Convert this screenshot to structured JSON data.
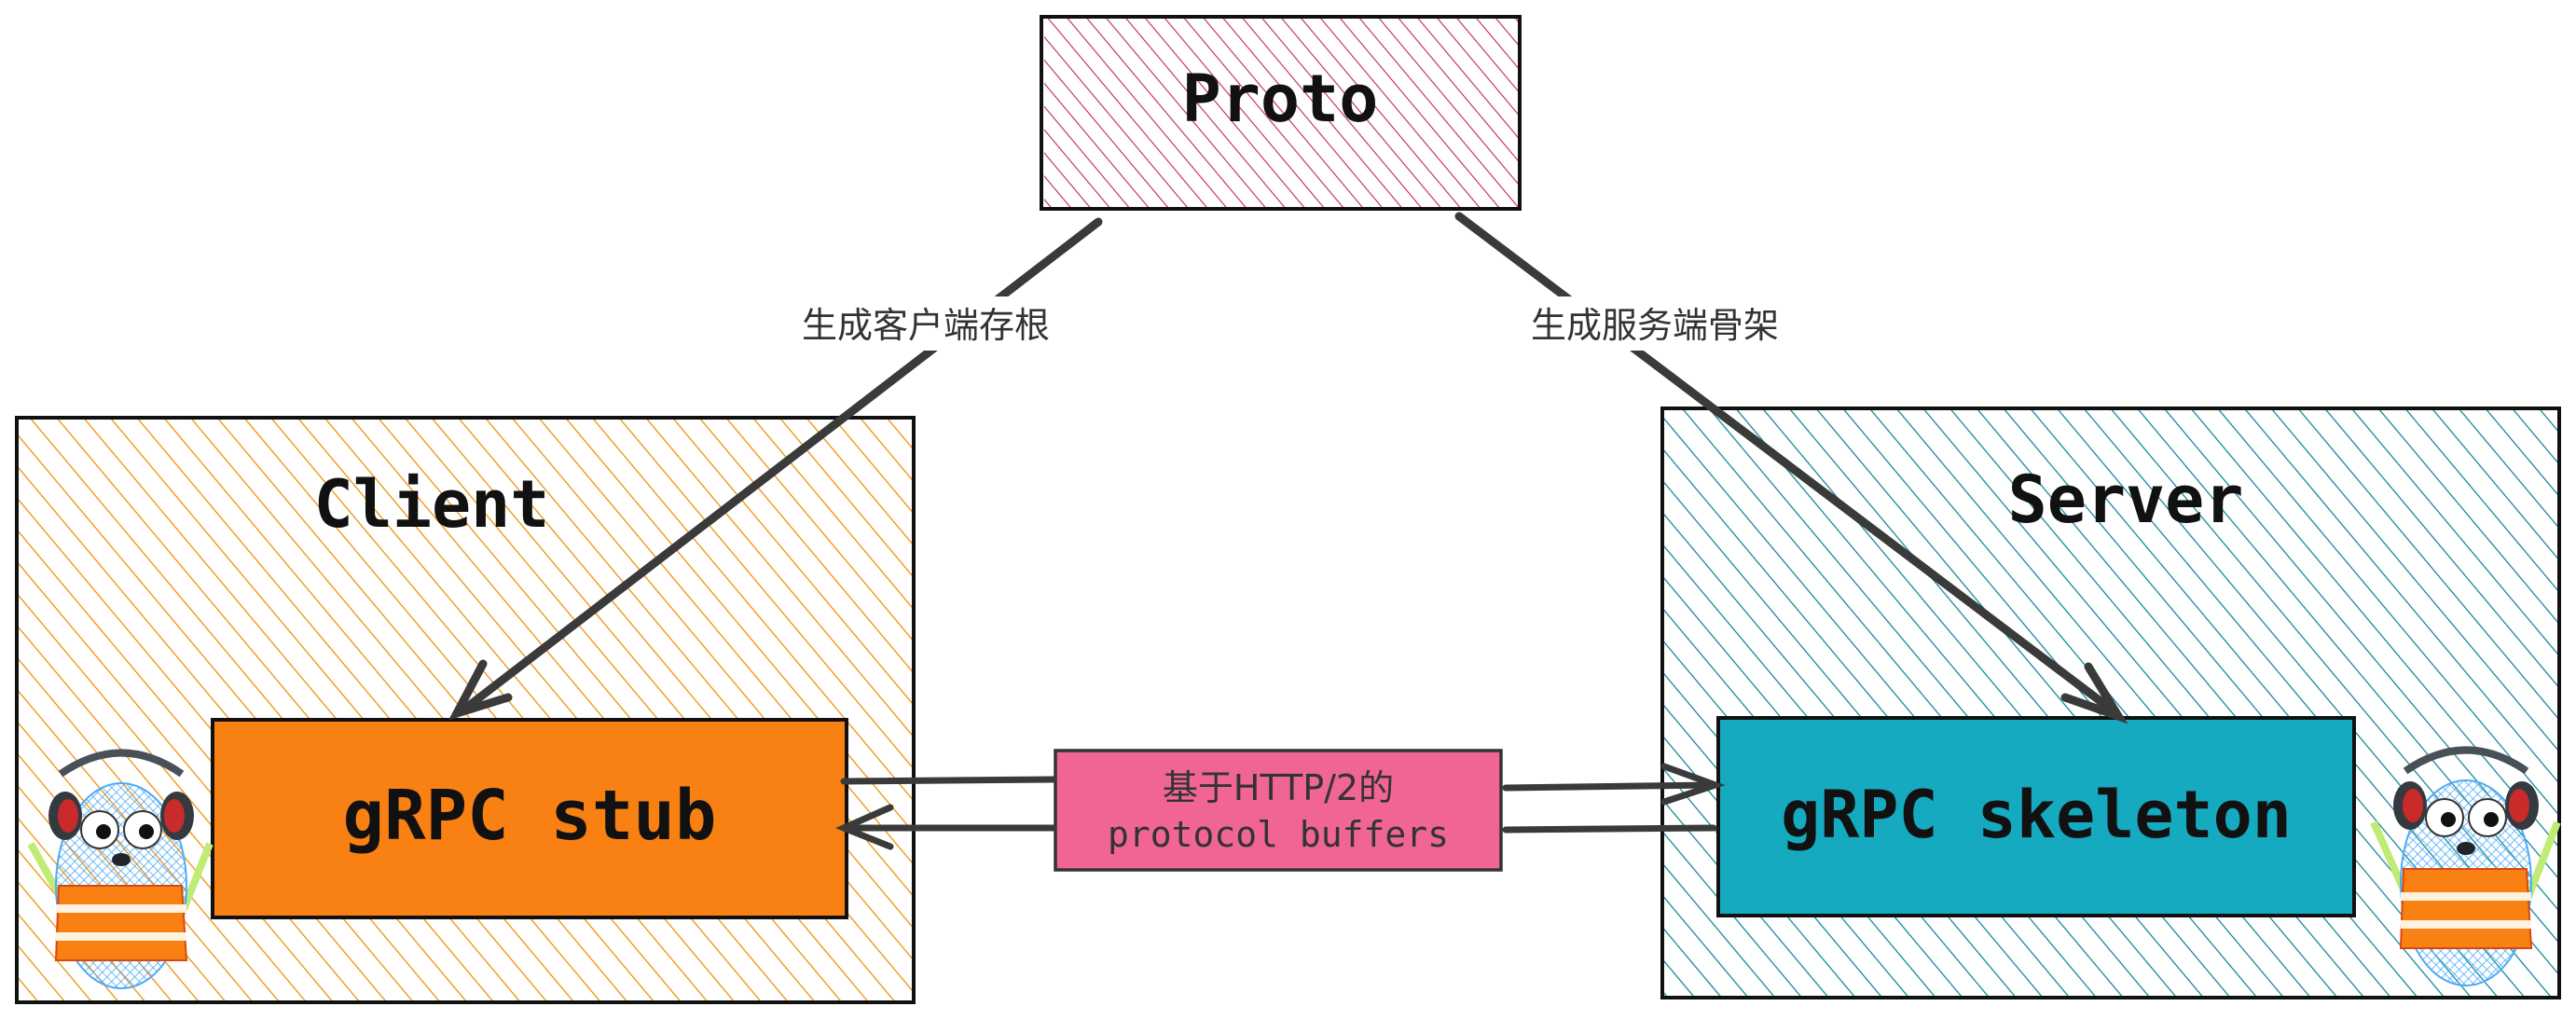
{
  "nodes": {
    "proto": {
      "label": "Proto",
      "color": "#c2255c"
    },
    "client": {
      "label": "Client",
      "color": "#f08c00"
    },
    "server": {
      "label": "Server",
      "color": "#0c8599"
    },
    "stub": {
      "label": "gRPC stub",
      "color": "#f98013"
    },
    "skeleton": {
      "label": "gRPC skeleton",
      "color": "#15aabf"
    },
    "transport": {
      "line1": "基于HTTP/2的",
      "line2": "protocol buffers",
      "color": "#f06595"
    }
  },
  "edges": {
    "proto_to_client": "生成客户端存根",
    "proto_to_server": "生成服务端骨架"
  },
  "mascots": {
    "left": {
      "icon": "gopher-mascot"
    },
    "right": {
      "icon": "gopher-mascot"
    }
  }
}
